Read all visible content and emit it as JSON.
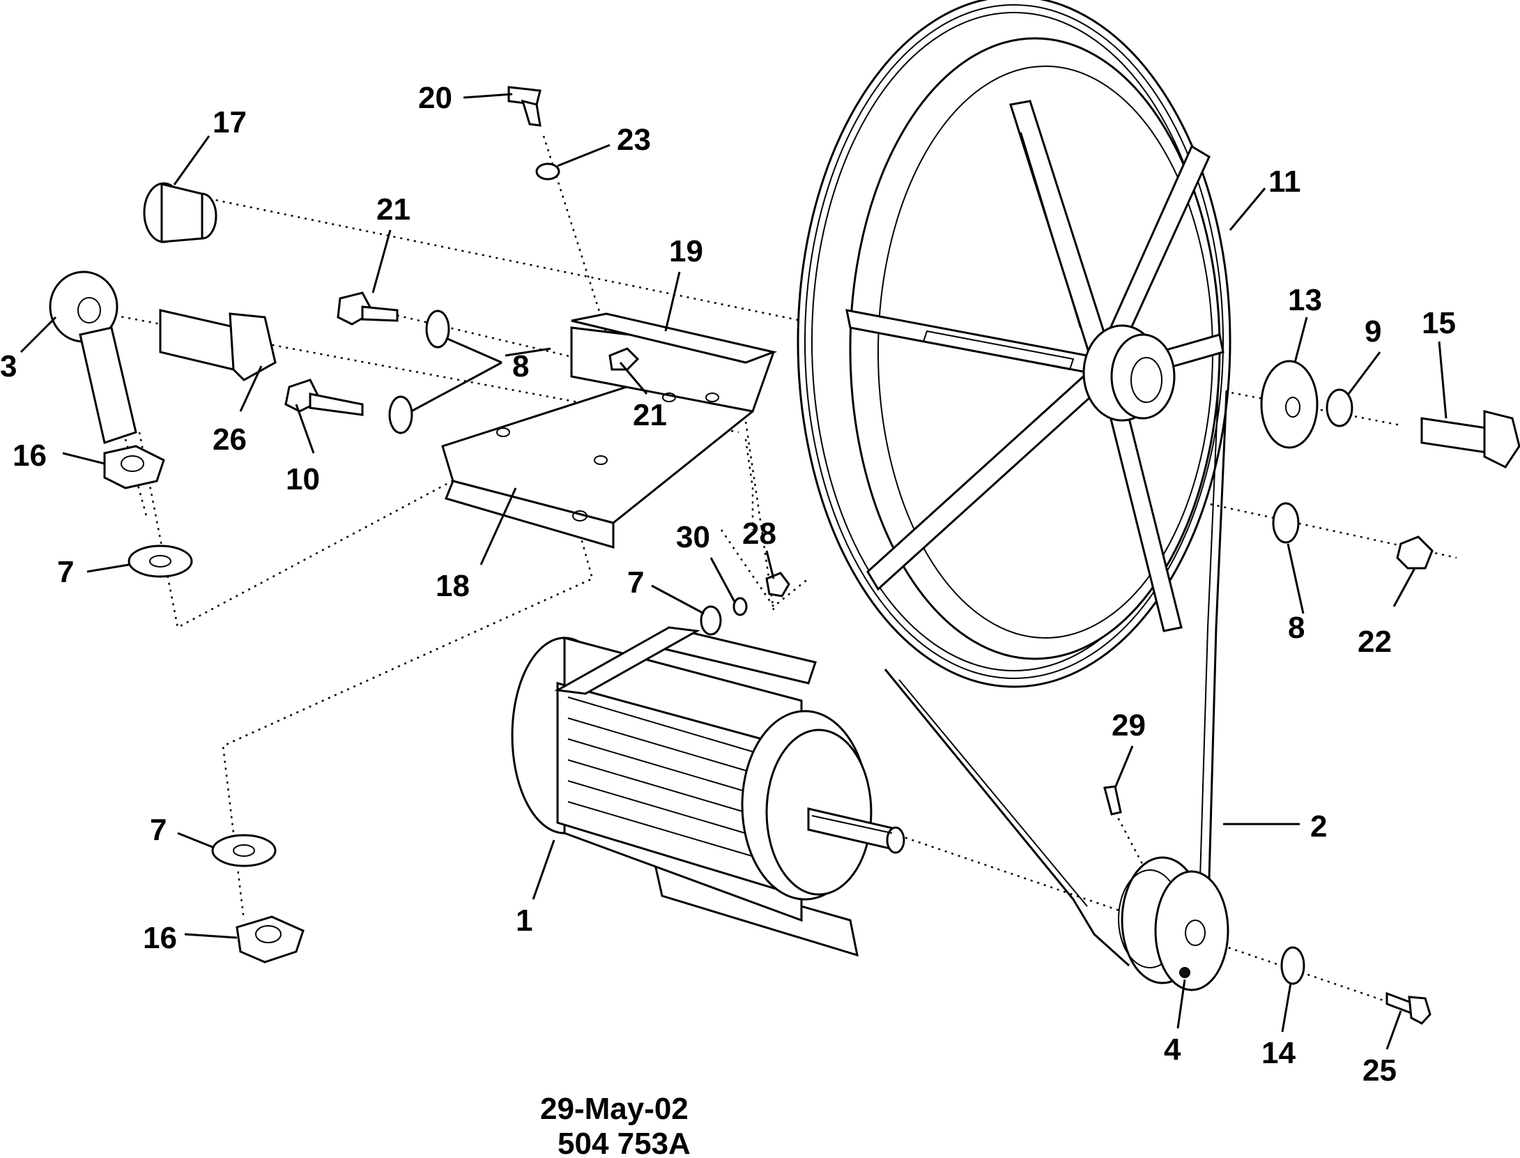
{
  "callouts": [
    "20",
    "23",
    "17",
    "21",
    "19",
    "11",
    "3",
    "26",
    "8",
    "21",
    "13",
    "9",
    "15",
    "16",
    "10",
    "18",
    "7",
    "30",
    "28",
    "7",
    "8",
    "22",
    "29",
    "2",
    "7",
    "1",
    "16",
    "4",
    "14",
    "25"
  ],
  "footer": {
    "date": "29-May-02",
    "part_number": "504 753A"
  }
}
